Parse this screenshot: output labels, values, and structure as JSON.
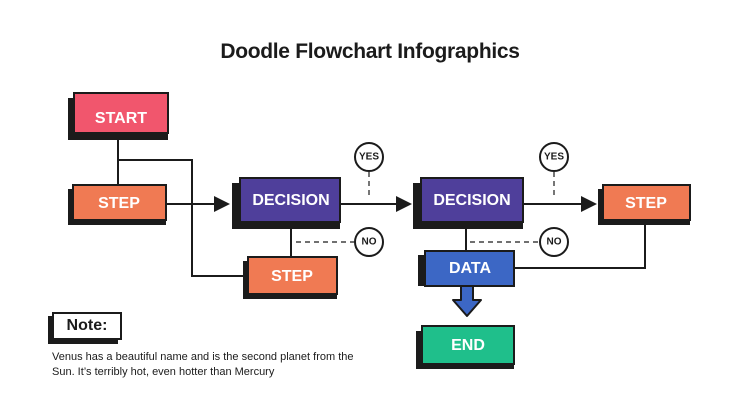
{
  "title": "Doodle Flowchart Infographics",
  "nodes": {
    "start": "START",
    "step1": "STEP",
    "decision1": "DECISION",
    "step2": "STEP",
    "decision2": "DECISION",
    "step3": "STEP",
    "data": "DATA",
    "end": "END"
  },
  "tags": {
    "yes1": "YES",
    "no1": "NO",
    "yes2": "YES",
    "no2": "NO"
  },
  "note": {
    "title": "Note:",
    "text": "Venus has a beautiful name and is the second planet from the Sun. It’s terribly hot, even hotter than Mercury"
  },
  "colors": {
    "start": "#f1566d",
    "step": "#f07a53",
    "decision": "#4f3f9b",
    "data": "#3c67c5",
    "end": "#1fbf8b",
    "ink": "#1b1b1b"
  }
}
